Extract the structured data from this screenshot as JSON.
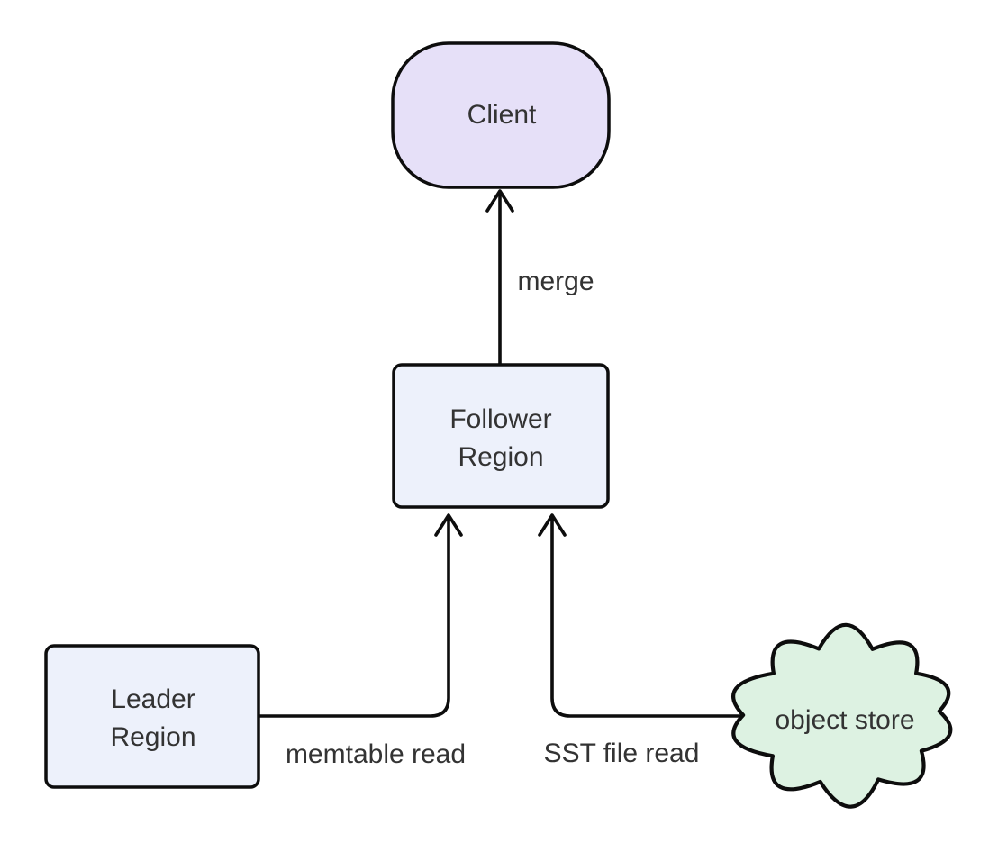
{
  "diagram": {
    "type": "flowchart",
    "background": "#ffffff",
    "colors": {
      "stroke": "#0d0d0d",
      "text": "#333333",
      "client_fill": "#e6e0f8",
      "region_fill": "#edf1fb",
      "cloud_fill": "#ddf2e2"
    },
    "nodes": {
      "client": {
        "label": "Client",
        "shape": "stadium"
      },
      "follower_region": {
        "label": "Follower Region",
        "shape": "rounded-rectangle"
      },
      "leader_region": {
        "label": "Leader Region",
        "shape": "rounded-rectangle"
      },
      "object_store": {
        "label": "object store",
        "shape": "cloud"
      }
    },
    "edges": [
      {
        "from": "follower_region",
        "to": "client",
        "label": "merge"
      },
      {
        "from": "leader_region",
        "to": "follower_region",
        "label": "memtable read"
      },
      {
        "from": "object_store",
        "to": "follower_region",
        "label": "SST file read"
      }
    ]
  }
}
